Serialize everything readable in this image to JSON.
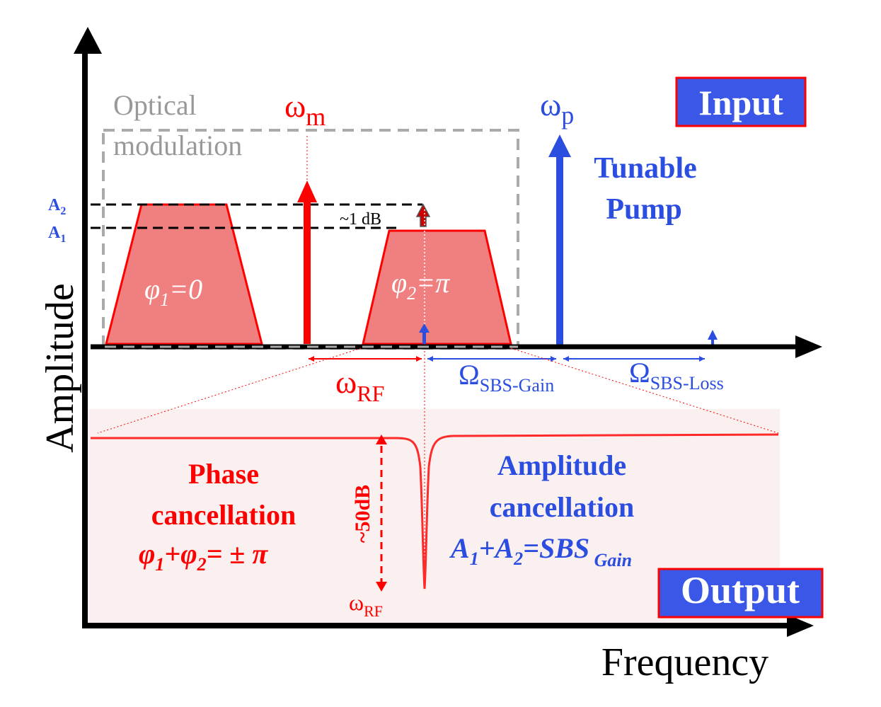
{
  "axes": {
    "y_label": "Amplitude",
    "x_label": "Frequency"
  },
  "labels": {
    "optical_modulation_1": "Optical",
    "optical_modulation_2": "modulation",
    "omega_m_main": "ω",
    "omega_m_sub": "m",
    "omega_p_main": "ω",
    "omega_p_sub": "p",
    "input": "Input",
    "output": "Output",
    "tunable_1": "Tunable",
    "tunable_2": "Pump",
    "a2_main": "A",
    "a2_sub": "2",
    "a1_main": "A",
    "a1_sub": "1",
    "one_db": "~1 dB",
    "phi1_main": "φ",
    "phi1_sub": "1",
    "phi1_rest": "=0",
    "phi2_main": "φ",
    "phi2_sub": "2",
    "phi2_rest": "=π",
    "omega_rf_main": "ω",
    "omega_rf_sub": "RF",
    "sbs_gain_main": "Ω",
    "sbs_gain_sub": "SBS-Gain",
    "sbs_loss_main": "Ω",
    "sbs_loss_sub": "SBS-Loss",
    "phase_1": "Phase",
    "phase_2": "cancellation",
    "phase_eq_p1": "φ",
    "phase_eq_s1": "1",
    "phase_eq_mid": "+",
    "phase_eq_p2": "φ",
    "phase_eq_s2": "2",
    "phase_eq_end": "= ± π",
    "amp_1": "Amplitude",
    "amp_2": "cancellation",
    "amp_eq_a1": "A",
    "amp_eq_s1": "1",
    "amp_eq_mid": "+A",
    "amp_eq_s2": "2",
    "amp_eq_sbs": "=SBS",
    "amp_eq_gain": " Gain",
    "fifty_db": "~50dB",
    "omega_rf2_main": "ω",
    "omega_rf2_sub": "RF"
  },
  "colors": {
    "red": "#ff0000",
    "blue": "#2b4ee0",
    "gray": "#aaaaaa",
    "trap_fill": "#f08080",
    "output_bg": "#fbf0f0",
    "box_blue": "#3a57e8"
  }
}
